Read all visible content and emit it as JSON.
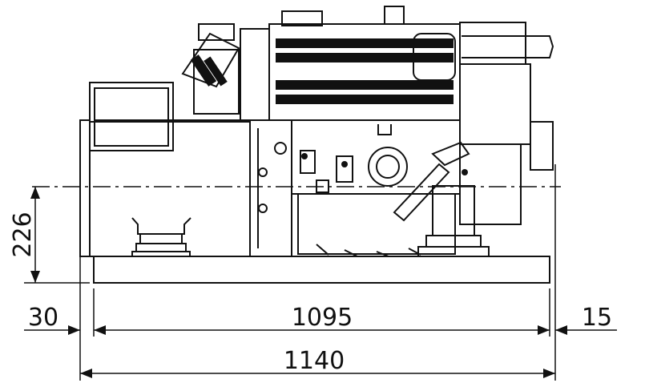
{
  "drawing": {
    "dimensions": {
      "height_label": "226",
      "left_offset_label": "30",
      "base_length_label": "1095",
      "right_offset_label": "15",
      "overall_length_label": "1140"
    },
    "colors": {
      "line": "#111111",
      "fill": "#ffffff",
      "dark": "#111111"
    }
  }
}
